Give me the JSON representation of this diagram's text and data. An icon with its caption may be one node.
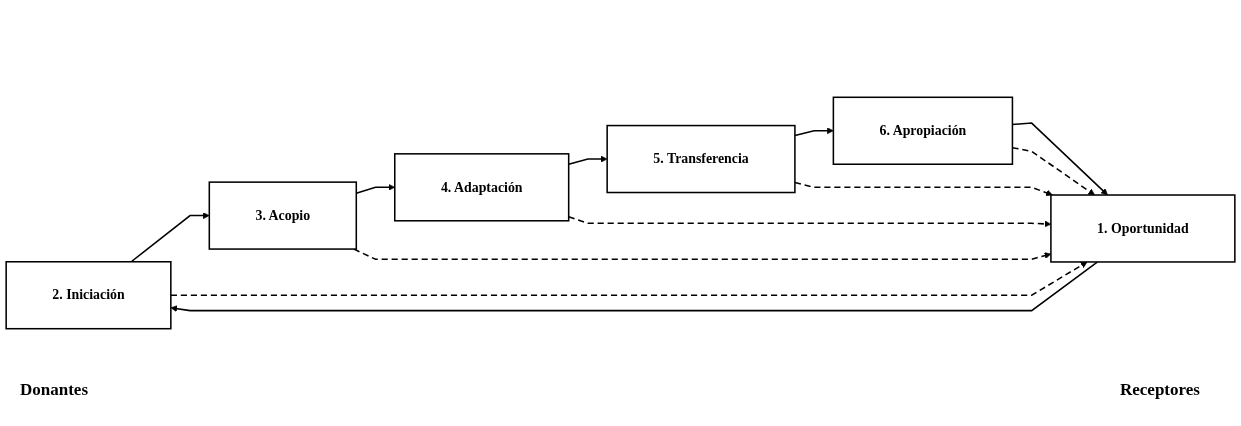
{
  "diagram": {
    "nodes": [
      {
        "text": [
          "2. Iniciación"
        ]
      },
      {
        "text": [
          "3. Acopio"
        ]
      },
      {
        "text": [
          "4. Adaptación"
        ]
      },
      {
        "text": [
          "5. Transferencia"
        ]
      },
      {
        "text": [
          "6. Apropiación"
        ]
      },
      {
        "text": [
          "1. Oportunidad"
        ]
      }
    ],
    "edges": [
      {
        "from": 0,
        "to": 1,
        "arrow": "to"
      },
      {
        "from": 1,
        "to": 2,
        "arrow": "to"
      },
      {
        "from": 2,
        "to": 3,
        "arrow": "to"
      },
      {
        "from": 3,
        "to": 4,
        "arrow": "to"
      },
      {
        "from": 4,
        "to": 5,
        "arrow": "to"
      },
      {
        "from": 5,
        "to": 0,
        "arrow": "to"
      },
      {
        "from": 0,
        "to": 5,
        "arrow": "to",
        "style": "dashed"
      },
      {
        "from": 1,
        "to": 5,
        "arrow": "to",
        "style": "dashed"
      },
      {
        "from": 2,
        "to": 5,
        "arrow": "to",
        "style": "dashed"
      },
      {
        "from": 3,
        "to": 5,
        "arrow": "to",
        "style": "dashed"
      },
      {
        "from": 4,
        "to": 5,
        "arrow": "to",
        "style": "dashed"
      }
    ],
    "labels": [
      "Donantes",
      "Receptores"
    ]
  }
}
